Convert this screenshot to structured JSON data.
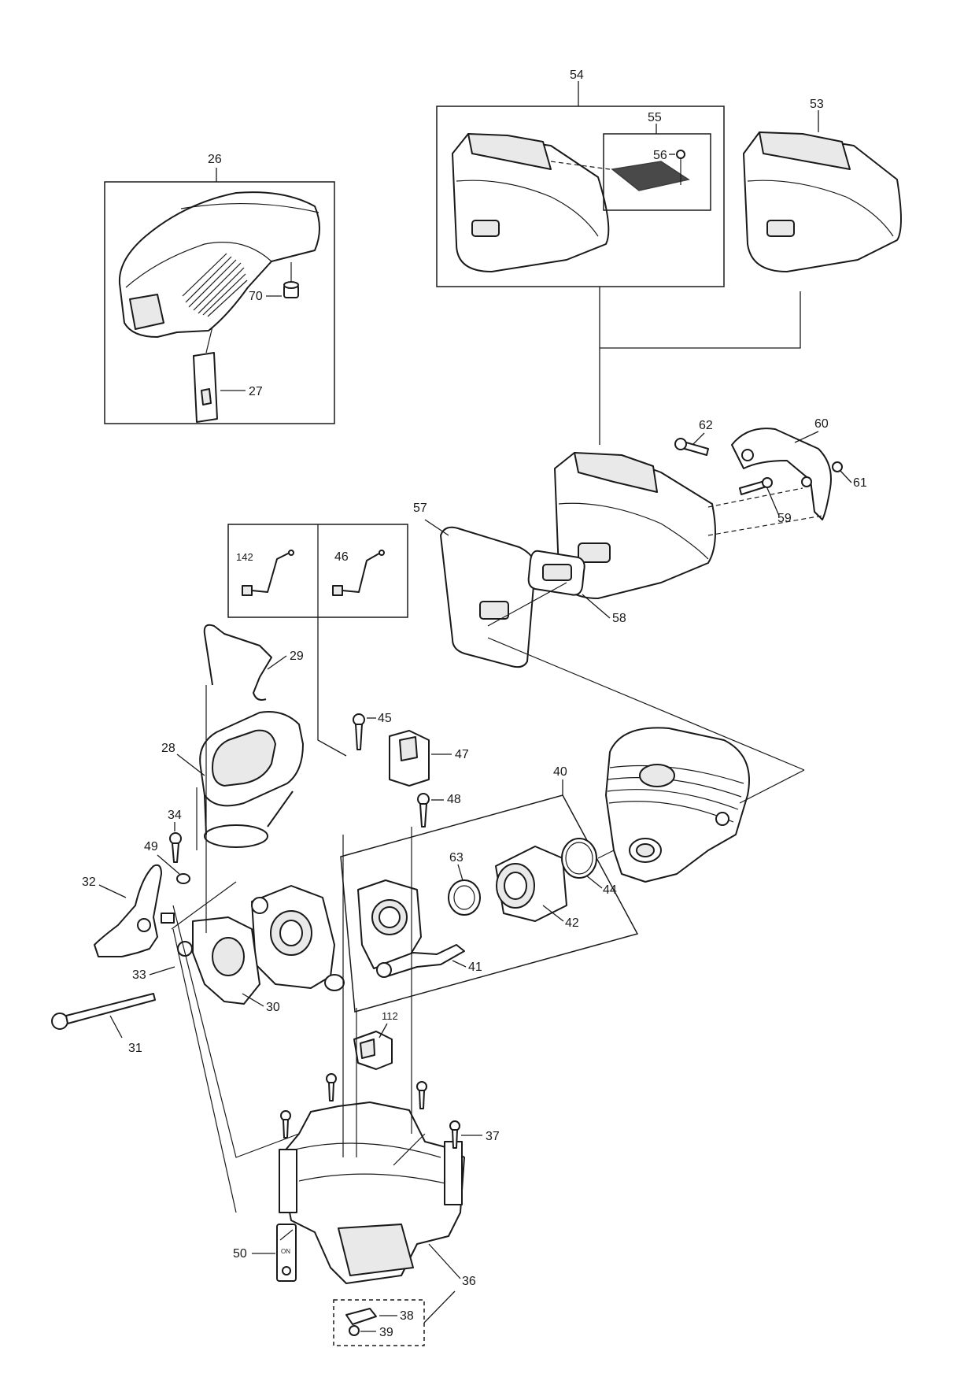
{
  "diagram": {
    "part_labels": {
      "p26": "26",
      "p70": "70",
      "p27": "27",
      "p54": "54",
      "p55": "55",
      "p56": "56",
      "p53": "53",
      "p62": "62",
      "p60": "60",
      "p61": "61",
      "p59": "59",
      "p57": "57",
      "p58": "58",
      "p142": "142",
      "p46": "46",
      "p29": "29",
      "p28": "28",
      "p45": "45",
      "p47": "47",
      "p48": "48",
      "p34": "34",
      "p49": "49",
      "p40": "40",
      "p63": "63",
      "p44": "44",
      "p32": "32",
      "p42": "42",
      "p41": "41",
      "p33": "33",
      "p30": "30",
      "p31": "31",
      "p112": "112",
      "p37": "37",
      "p50": "50",
      "p36": "36",
      "p38": "38",
      "p39": "39"
    },
    "switch_text": "ON"
  }
}
